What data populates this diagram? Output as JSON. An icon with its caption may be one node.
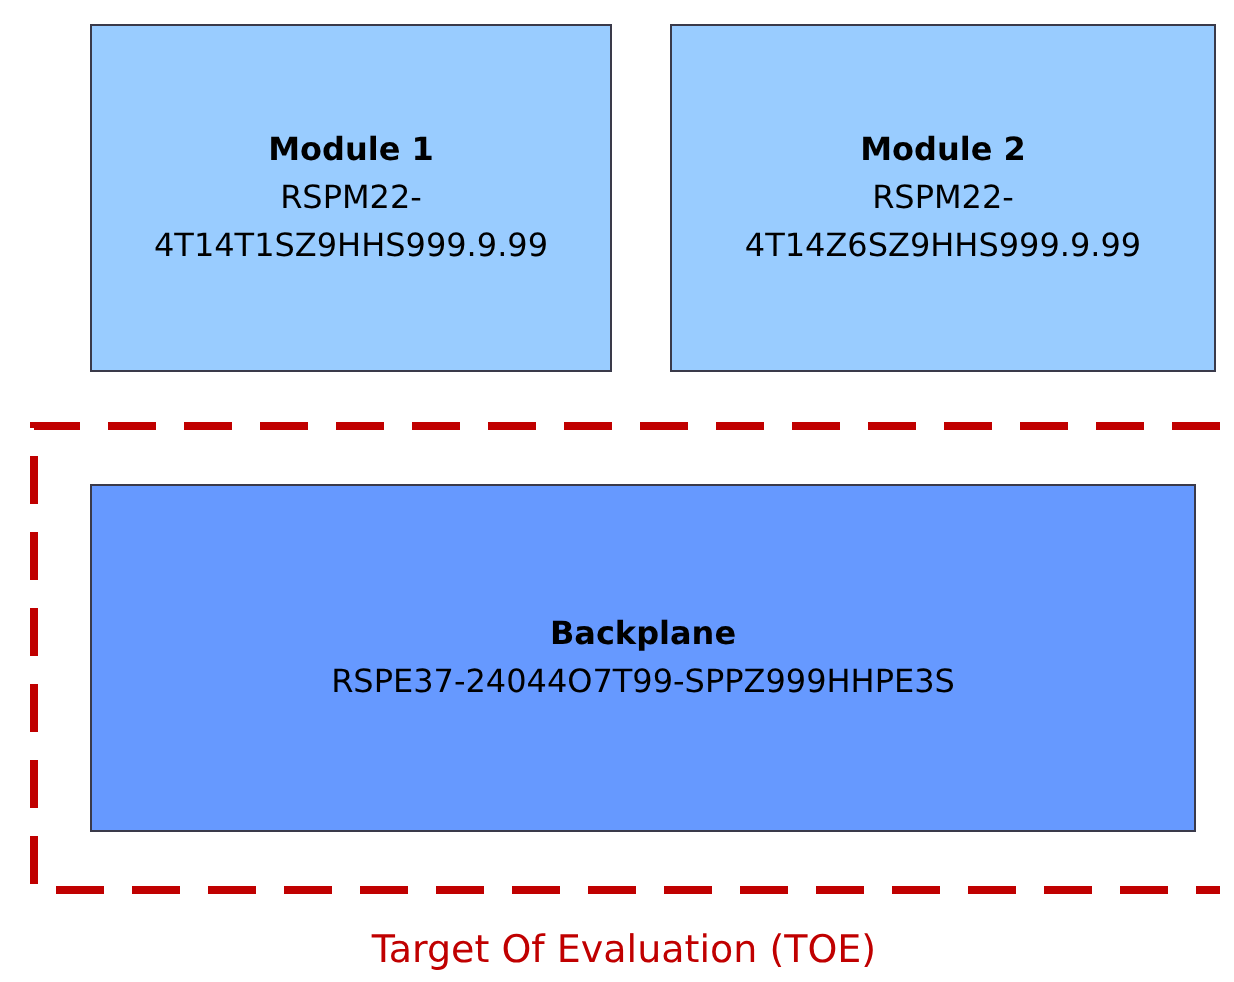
{
  "diagram": {
    "nodes": [
      {
        "text": [
          "Module 1",
          "RSPM22- 4T14T1SZ9HHS999.9.99"
        ]
      },
      {
        "text": [
          "Module 2",
          "RSPM22- 4T14Z6SZ9HHS999.9.99"
        ]
      },
      {
        "text": [
          "Target Of Evaluation (TOE)"
        ]
      },
      {
        "text": [
          "Backplane",
          "RSPE37-24044O7T99-SPPZ999HHPE3S"
        ],
        "in": 2
      }
    ]
  }
}
